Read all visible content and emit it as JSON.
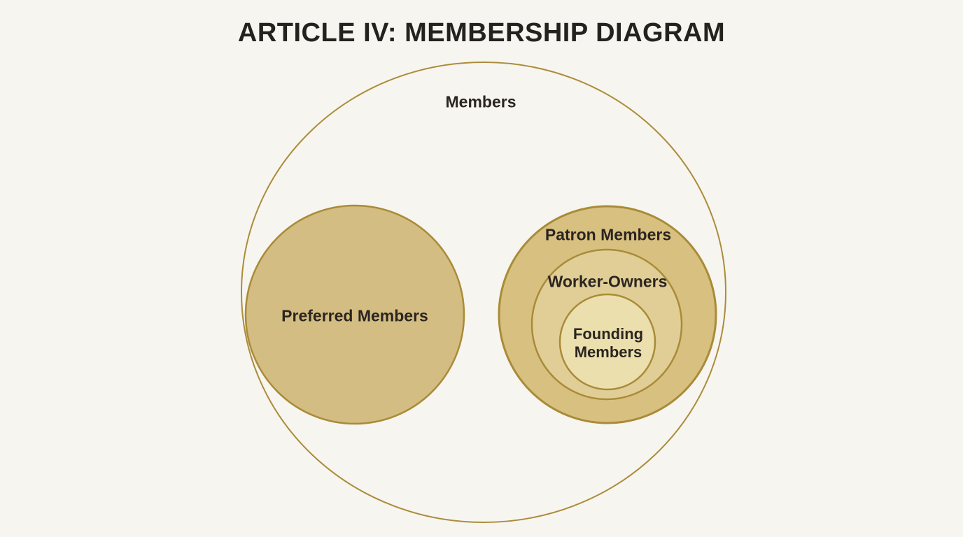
{
  "title": "ARTICLE IV: MEMBERSHIP DIAGRAM",
  "colors": {
    "background": "#f7f5ef",
    "circle_stroke": "#a98b38",
    "outer_circle_stroke": "#ab8c3b",
    "title_text": "#24211e",
    "label_text": "#2b2520"
  },
  "diagram": {
    "type": "euler-containment",
    "sets": {
      "members": {
        "label": "Members",
        "fill": "none",
        "contains": [
          "Preferred Members",
          "Patron Members"
        ]
      },
      "preferred": {
        "label": "Preferred Members",
        "fill": "#d4bd82",
        "contains": []
      },
      "patron": {
        "label": "Patron Members",
        "fill": "#d8c080",
        "contains": [
          "Worker-Owners"
        ]
      },
      "worker_owners": {
        "label": "Worker-Owners",
        "fill": "#e1ce97",
        "contains": [
          "Founding Members"
        ]
      },
      "founding": {
        "label": "Founding Members",
        "label_lines": [
          "Founding",
          "Members"
        ],
        "fill": "#ecdfae",
        "contains": []
      }
    }
  }
}
